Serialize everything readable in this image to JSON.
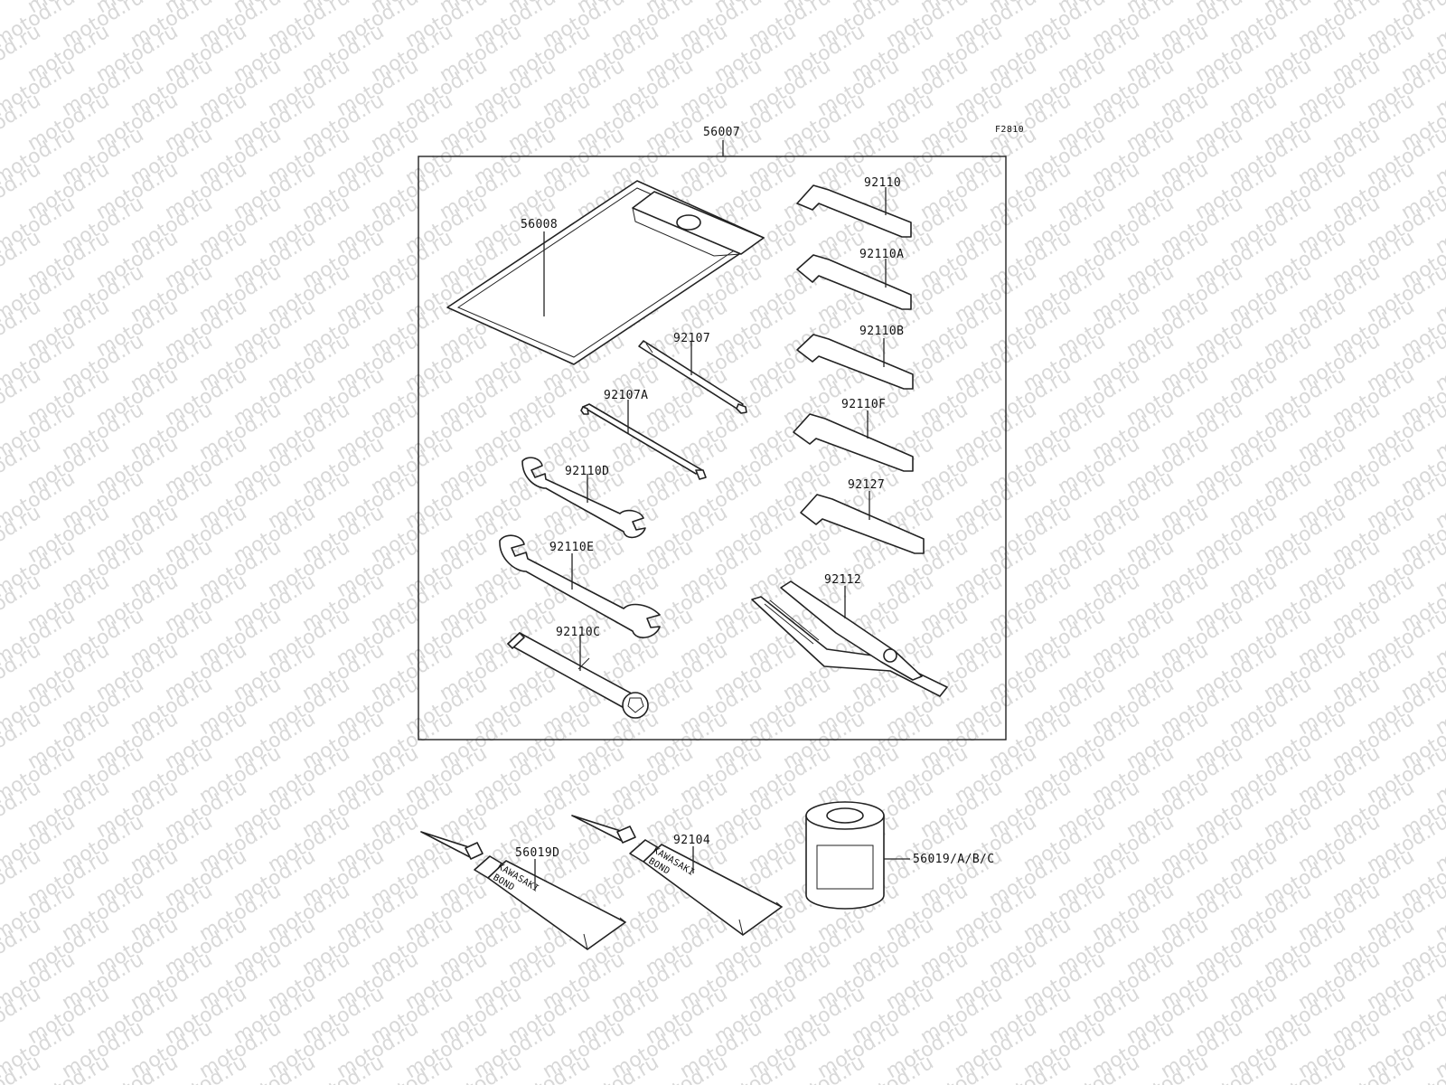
{
  "diagram": {
    "figure_code": "F2810",
    "watermark_text": "motod.ru",
    "kit_label": "56007",
    "parts": [
      {
        "id": "56008",
        "label": "56008"
      },
      {
        "id": "92107",
        "label": "92107"
      },
      {
        "id": "92107A",
        "label": "92107A"
      },
      {
        "id": "92110D",
        "label": "92110D"
      },
      {
        "id": "92110E",
        "label": "92110E"
      },
      {
        "id": "92110C",
        "label": "92110C"
      },
      {
        "id": "92110",
        "label": "92110"
      },
      {
        "id": "92110A",
        "label": "92110A"
      },
      {
        "id": "92110B",
        "label": "92110B"
      },
      {
        "id": "92110F",
        "label": "92110F"
      },
      {
        "id": "92127",
        "label": "92127"
      },
      {
        "id": "92112",
        "label": "92112"
      },
      {
        "id": "56019D",
        "label": "56019D"
      },
      {
        "id": "92104",
        "label": "92104"
      },
      {
        "id": "56019ABC",
        "label": "56019/A/B/C"
      }
    ],
    "tube_brand_line1": "KAWASAKI",
    "tube_brand_line2": "BOND"
  }
}
